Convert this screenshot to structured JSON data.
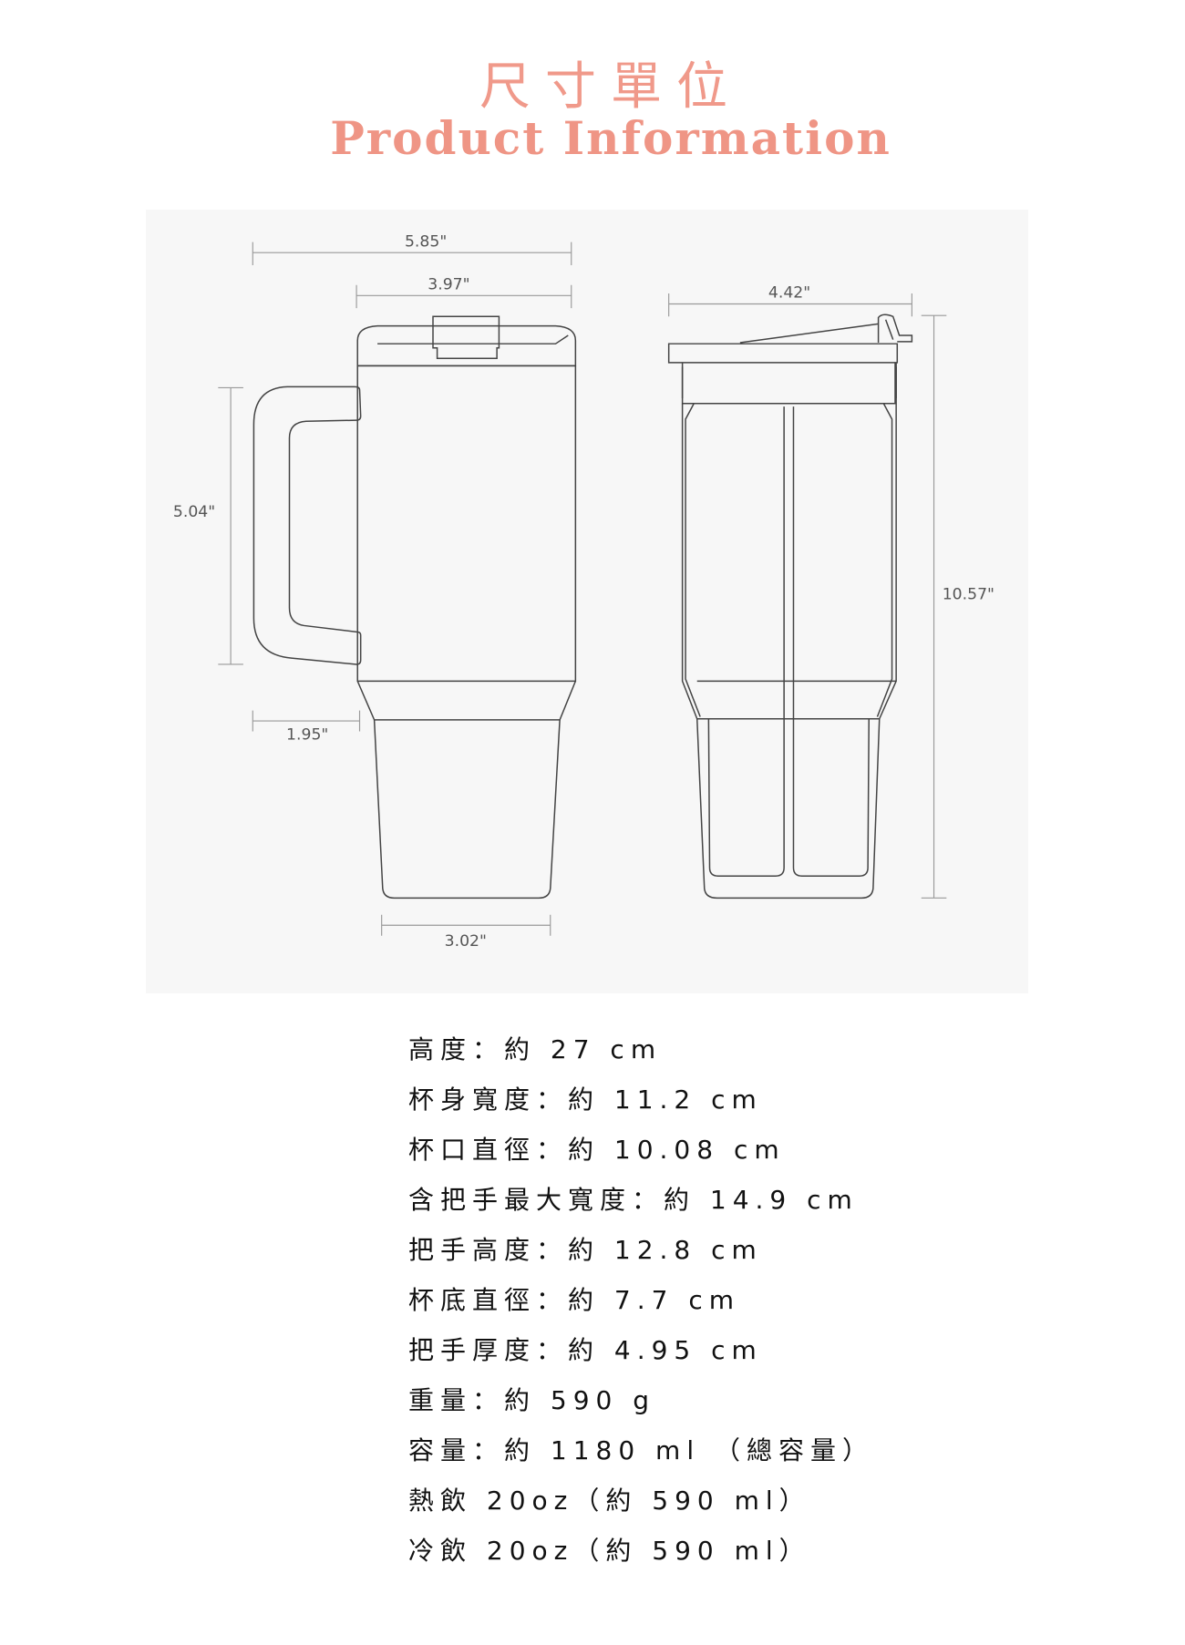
{
  "header": {
    "title_zh": "尺寸單位",
    "title_en": "Product Information"
  },
  "diagram": {
    "dimensions": {
      "total_width": "5.85\"",
      "top_width": "3.97\"",
      "side_width": "4.42\"",
      "handle_height": "5.04\"",
      "total_height": "10.57\"",
      "handle_depth": "1.95\"",
      "base_width": "3.02\""
    }
  },
  "specs": [
    "高度：約 27 cm",
    "杯身寬度：約 11.2 cm",
    "杯口直徑：約 10.08 cm",
    "含把手最大寬度：約 14.9 cm",
    "把手高度：約 12.8 cm",
    "杯底直徑：約 7.7 cm",
    "把手厚度：約 4.95 cm",
    "重量：約 590 g",
    "容量：約 1180 ml （總容量）",
    "熱飲 20oz（約 590 ml）",
    "冷飲 20oz（約 590 ml）"
  ]
}
